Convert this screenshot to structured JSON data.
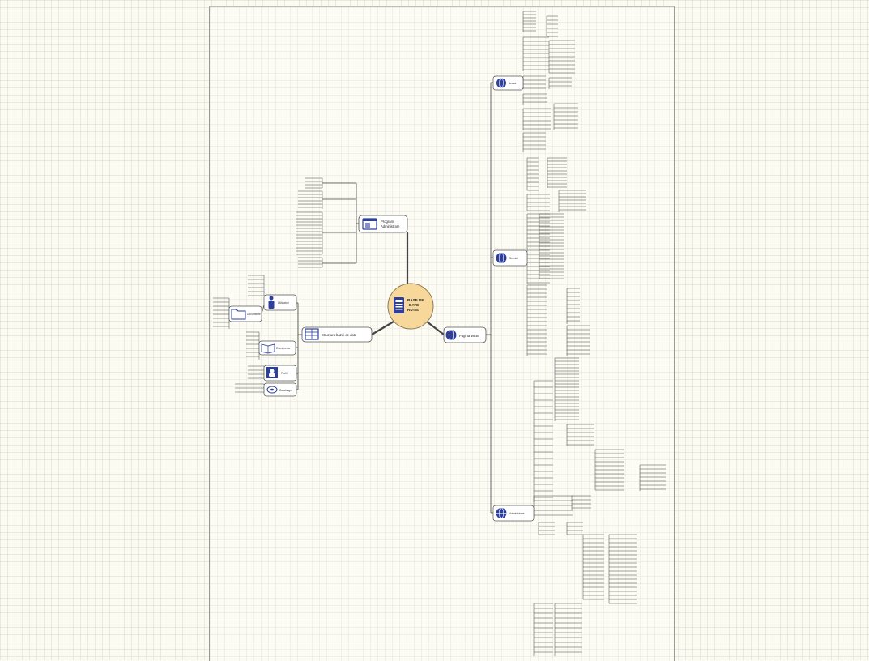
{
  "central_topic": {
    "lines": [
      "BASE DE",
      "DATE",
      "RUTIS"
    ],
    "icon": "database-icon"
  },
  "main_topics": {
    "programs": {
      "lines": [
        "Program",
        "Administrare"
      ],
      "icon": "window-icon"
    },
    "structure": {
      "label": "Structura bazei de date",
      "icon": "table-icon"
    },
    "web": {
      "label": "Pagina WEB",
      "icon": "globe-icon"
    }
  },
  "sub_topics": {
    "structure": [
      {
        "label": "Utilizatori",
        "icon": "person-icon"
      },
      {
        "label": "Documente",
        "icon": "folder-icon"
      },
      {
        "label": "Evenimente",
        "icon": "book-icon"
      },
      {
        "label": "Profil",
        "icon": "user-card-icon"
      },
      {
        "label": "Cataloage",
        "icon": "disk-icon"
      }
    ],
    "web": [
      {
        "label": "Acasa",
        "icon": "globe-icon"
      },
      {
        "label": "Servicii",
        "icon": "globe-icon"
      },
      {
        "label": "Administrare",
        "icon": "globe-icon"
      }
    ]
  },
  "colors": {
    "background": "#fbfbf2",
    "node_fill": "#ffffff",
    "node_border": "#555555",
    "central_fill": "#f8d79a",
    "central_border": "#8a7a55",
    "icon_blue": "#2d3f9e",
    "connector": "#444444"
  }
}
